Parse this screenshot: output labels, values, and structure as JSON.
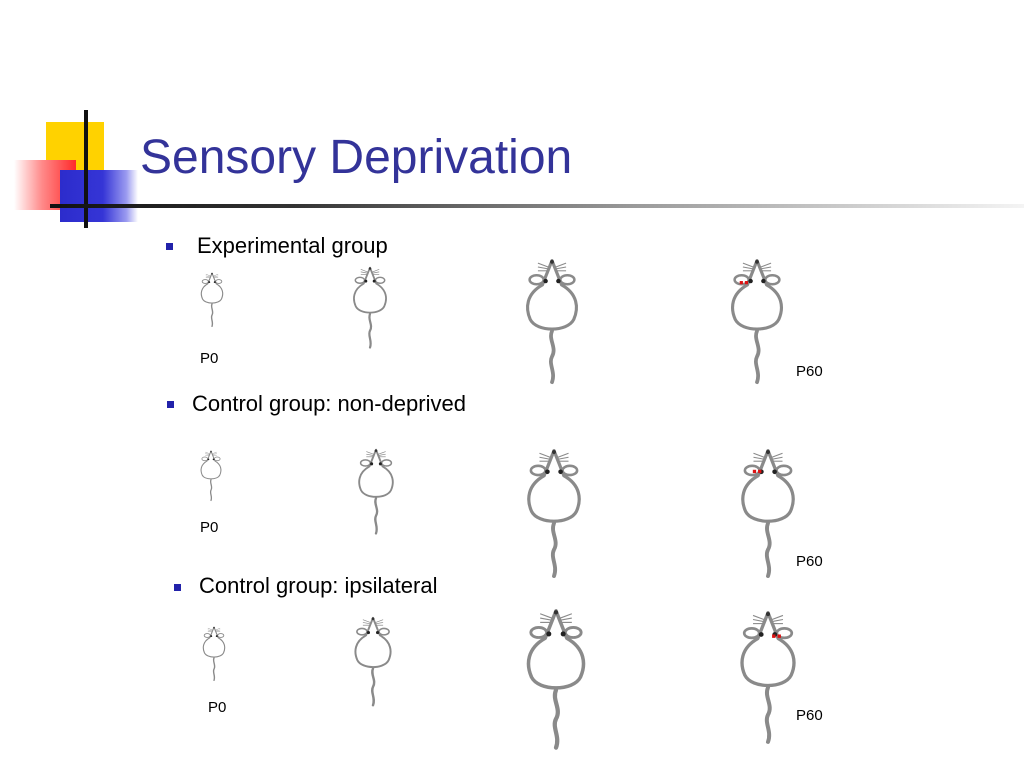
{
  "title": "Sensory Deprivation",
  "colors": {
    "title": "#333399",
    "bullet": "#2222aa",
    "marker": "#dd1111",
    "mouse_outline": "#8a8a8a"
  },
  "groups": [
    {
      "label": "Experimental group",
      "start_label": "P0",
      "end_label": "P60"
    },
    {
      "label": "Control group: non-deprived",
      "start_label": "P0",
      "end_label": "P60"
    },
    {
      "label": "Control group: ipsilateral",
      "start_label": "P0",
      "end_label": "P60"
    }
  ]
}
